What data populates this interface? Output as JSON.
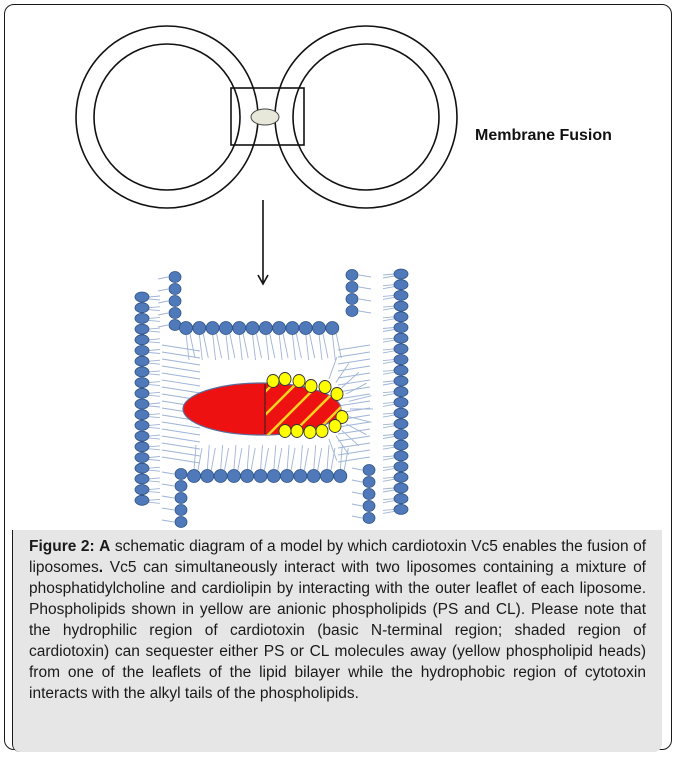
{
  "figure": {
    "label_membrane_fusion": "Membrane Fusion"
  },
  "caption": {
    "figure_label": "Figure 2:",
    "lead_letter": "A",
    "text_part1": " schematic diagram of a model by which cardiotoxin Vc5 enables the fusion of liposomes",
    "bold_period": ".",
    "text_part2": " Vc5 can simultaneously interact with two liposomes containing a mixture of phosphatidylcholine and cardiolipin by interacting with the outer leaflet of each liposome. Phospholipids shown in yellow are anionic phospholipids (PS and CL). Please note that the hydrophilic region of cardiotoxin (basic N-terminal region; shaded region of cardiotoxin) can sequester either PS or CL molecules away (yellow phospholipid heads) from one of the leaflets of the lipid bilayer while the hydrophobic region of cytotoxin interacts with the alkyl tails of the phospholipids."
  },
  "colors": {
    "lipid_head": "#4f79b8",
    "lipid_head_stroke": "#2e5389",
    "tail": "#9fb4d6",
    "toxin": "#ee1111",
    "anionic_head": "#ffff00",
    "stripe": "#ffd21f",
    "caption_bg": "#e6e6e6"
  }
}
